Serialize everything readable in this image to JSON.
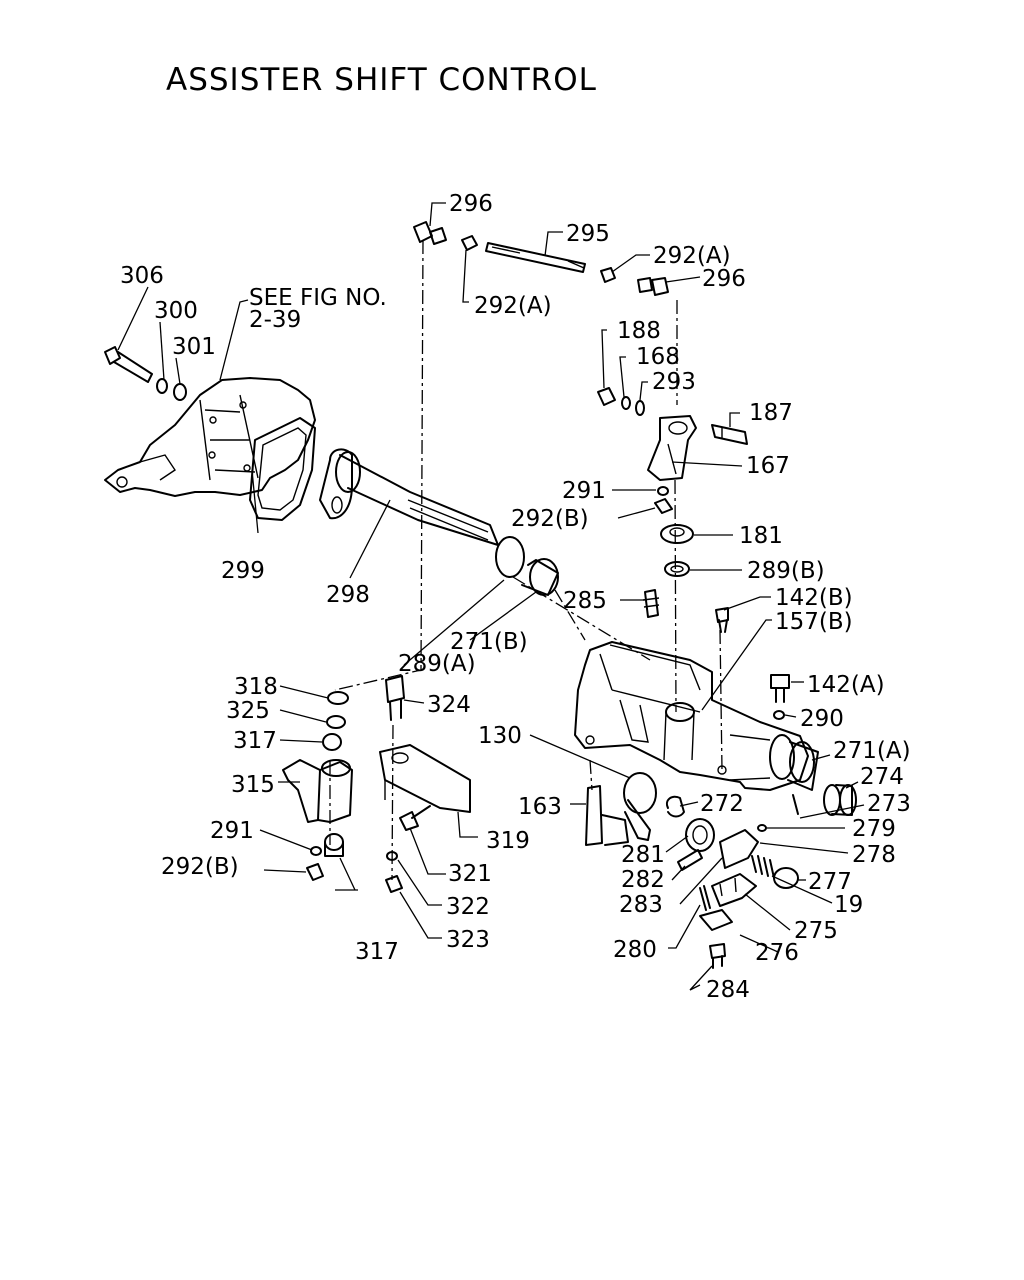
{
  "title": "ASSISTER SHIFT CONTROL",
  "note": {
    "line1": "SEE FIG NO.",
    "line2": "2-39"
  },
  "callouts": [
    {
      "id": "c306",
      "text": "306"
    },
    {
      "id": "c300",
      "text": "300"
    },
    {
      "id": "c301",
      "text": "301"
    },
    {
      "id": "c296a",
      "text": "296"
    },
    {
      "id": "c295",
      "text": "295"
    },
    {
      "id": "c292Aa",
      "text": "292(A)"
    },
    {
      "id": "c292Ab",
      "text": "292(A)"
    },
    {
      "id": "c296b",
      "text": "296"
    },
    {
      "id": "c188",
      "text": "188"
    },
    {
      "id": "c168",
      "text": "168"
    },
    {
      "id": "c293",
      "text": "293"
    },
    {
      "id": "c187",
      "text": "187"
    },
    {
      "id": "c167",
      "text": "167"
    },
    {
      "id": "c291a",
      "text": "291"
    },
    {
      "id": "c292Ba",
      "text": "292(B)"
    },
    {
      "id": "c181",
      "text": "181"
    },
    {
      "id": "c289B",
      "text": "289(B)"
    },
    {
      "id": "c299",
      "text": "299"
    },
    {
      "id": "c298",
      "text": "298"
    },
    {
      "id": "c285",
      "text": "285"
    },
    {
      "id": "c142B",
      "text": "142(B)"
    },
    {
      "id": "c157B",
      "text": "157(B)"
    },
    {
      "id": "c271B",
      "text": "271(B)"
    },
    {
      "id": "c289A",
      "text": "289(A)"
    },
    {
      "id": "c142A",
      "text": "142(A)"
    },
    {
      "id": "c318",
      "text": "318"
    },
    {
      "id": "c324",
      "text": "324"
    },
    {
      "id": "c325",
      "text": "325"
    },
    {
      "id": "c130",
      "text": "130"
    },
    {
      "id": "c290",
      "text": "290"
    },
    {
      "id": "c317a",
      "text": "317"
    },
    {
      "id": "c271A",
      "text": "271(A)"
    },
    {
      "id": "c315",
      "text": "315"
    },
    {
      "id": "c274",
      "text": "274"
    },
    {
      "id": "c273",
      "text": "273"
    },
    {
      "id": "c163",
      "text": "163"
    },
    {
      "id": "c272",
      "text": "272"
    },
    {
      "id": "c319",
      "text": "319"
    },
    {
      "id": "c279",
      "text": "279"
    },
    {
      "id": "c291b",
      "text": "291"
    },
    {
      "id": "c281",
      "text": "281"
    },
    {
      "id": "c278",
      "text": "278"
    },
    {
      "id": "c292Bb",
      "text": "292(B)"
    },
    {
      "id": "c321",
      "text": "321"
    },
    {
      "id": "c282",
      "text": "282"
    },
    {
      "id": "c277",
      "text": "277"
    },
    {
      "id": "c322",
      "text": "322"
    },
    {
      "id": "c283",
      "text": "283"
    },
    {
      "id": "c19",
      "text": "19"
    },
    {
      "id": "c323",
      "text": "323"
    },
    {
      "id": "c275",
      "text": "275"
    },
    {
      "id": "c280",
      "text": "280"
    },
    {
      "id": "c317b",
      "text": "317"
    },
    {
      "id": "c276",
      "text": "276"
    },
    {
      "id": "c284",
      "text": "284"
    }
  ]
}
